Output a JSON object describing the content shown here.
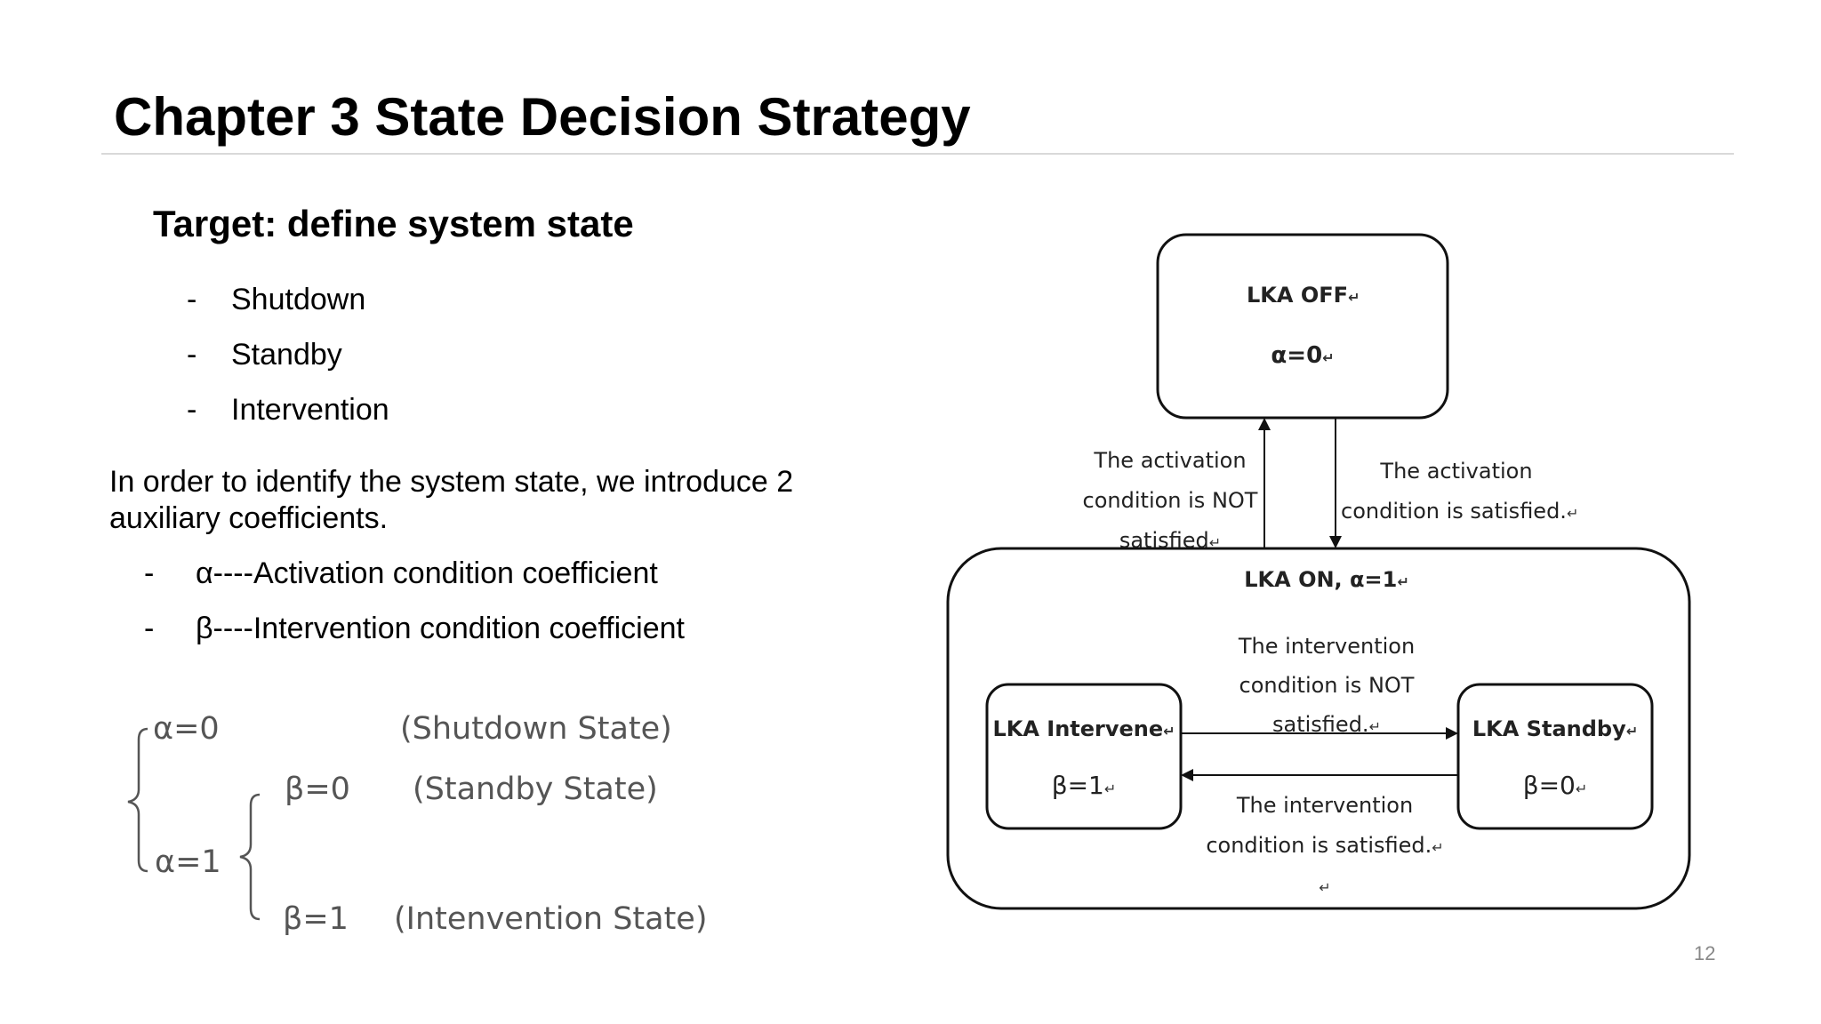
{
  "slide": {
    "title": "Chapter 3 State Decision Strategy",
    "subtitle": "Target: define system state",
    "states": [
      "Shutdown",
      "Standby",
      "Intervention"
    ],
    "intro_line1": "In order to identify the system state, we introduce 2",
    "intro_line2": "auxiliary coefficients.",
    "coefficients": [
      "α----Activation condition coefficient",
      "β----Intervention condition coefficient"
    ],
    "dash": "-",
    "page_number": "12"
  },
  "formula": {
    "alpha0": "α=0",
    "alpha0_state": "(Shutdown State)",
    "beta0": "β=0",
    "beta0_state": "(Standby State)",
    "alpha1": "α=1",
    "beta1": "β=1",
    "beta1_state": "(Intenvention State)"
  },
  "diagram": {
    "return_mark": "↵",
    "off_box": {
      "title": "LKA OFF",
      "value": "α=0"
    },
    "not_active": [
      "The activation",
      "condition is NOT",
      "satisfied"
    ],
    "active": [
      "The activation",
      "condition is satisfied."
    ],
    "on_box": {
      "title": "LKA ON,  α=1"
    },
    "intervene_box": {
      "title": "LKA Intervene",
      "value": "β=1"
    },
    "standby_box": {
      "title": "LKA Standby",
      "value": "β=0"
    },
    "intervention_not": [
      "The intervention",
      "condition is NOT",
      "satisfied."
    ],
    "intervention_yes": [
      "The intervention",
      "condition is satisfied."
    ]
  }
}
